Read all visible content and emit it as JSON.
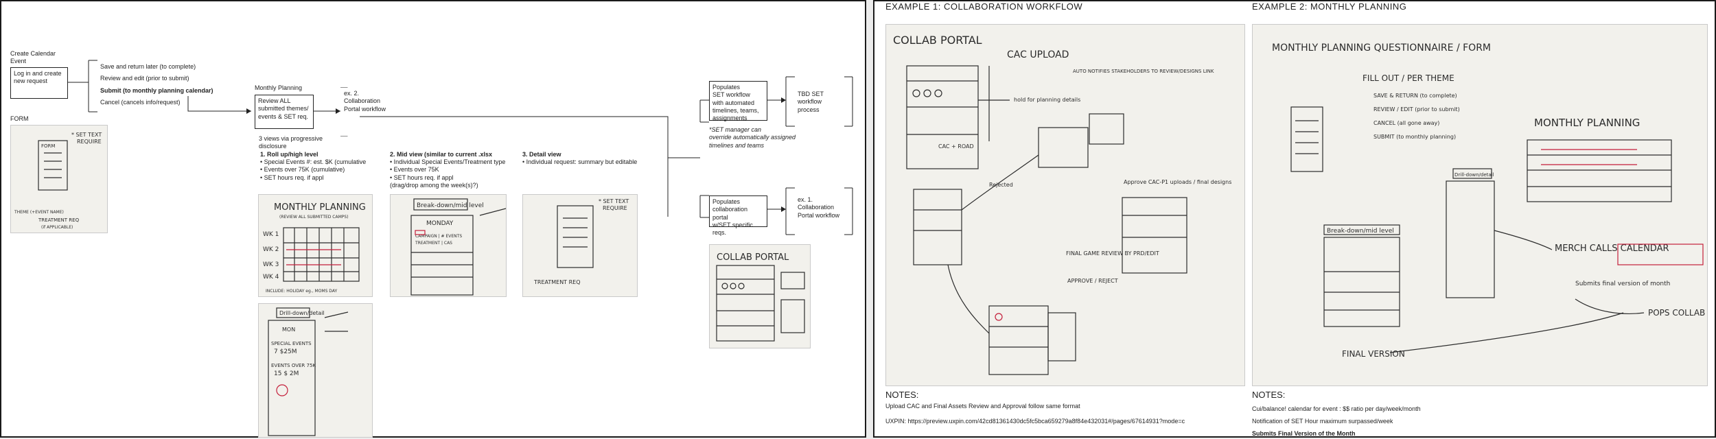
{
  "flow": {
    "create_event": "Create Calendar\nEvent",
    "login_box": "Log in and create\nnew request",
    "form_label": "FORM",
    "save_return": "Save and return later (to complete)",
    "review_edit": "Review and edit (prior to submit)",
    "submit": "Submit (to monthly planning calendar)",
    "cancel": "Cancel (cancels info/request)",
    "monthly_planning": "Monthly Planning",
    "review_box": "Review ALL\nsubmitted themes/\nevents & SET req.",
    "ex2_box": "ex. 2.\nCollaboration\nPortal workflow",
    "three_views": "3 views via progressive\ndisclosure",
    "view1_title": "1. Roll up/high level",
    "view1_items": "• Special Events #: est. $K (cumulative\n• Events over 75K (cumulative)\n• SET hours req. if appl",
    "view2_title": "2. Mid view (similar to current .xlsx",
    "view2_items": "• Individual Special Events/Treatment type\n• Events over 75K\n• SET hours req. if appl\n(drag/drop among the week(s)?)",
    "view3_title": "3. Detail view",
    "view3_items": "• Individual request: summary but editable",
    "populates_set": "Populates\nSET workflow\nwith automated\ntimelines, teams,\nassignments",
    "tbd_box": "TBD SET\nworkflow\nprocess",
    "set_note": "*SET manager can\noverride automatically assigned\ntimelines and teams",
    "populates_collab": "Populates\ncollaboration portal\nw/SET specific\nreqs.",
    "ex1_box": "ex. 1.\nCollaboration\nPortal workflow"
  },
  "sketches": {
    "form_sketch": [
      "FORM",
      "* SET TEXT",
      "REQUIRE",
      "TREATMENT REQ",
      "(if APPLICABLE)",
      "THEME (+EVENT NAME)"
    ],
    "monthly_sketch": [
      "MONTHLY PLANNING",
      "(REVIEW ALL SUBMITTED CAMPS)",
      "WK 1",
      "WK 2",
      "WK 3",
      "WK 4",
      "INCLUDE: HOLIDAY eg., MOMS DAY"
    ],
    "mid_sketch": [
      "Break-down/mid level",
      "MONDAY",
      "CAMPAIGN | # EVENTS",
      "TREATMENT | CAS"
    ],
    "drill_sketch": [
      "Drill-down/detail",
      "MON",
      "SPECIAL EVENTS",
      "7 $25M",
      "EVENTS OVER 75K",
      "15 $ 2M"
    ],
    "detail_sketch": [
      "* SET TEXT",
      "REQUIRE",
      "TREATMENT REQ"
    ],
    "collab_sketch": [
      "COLLAB PORTAL"
    ]
  },
  "example1": {
    "title": "EXAMPLE 1: COLLABORATION WORKFLOW",
    "board_text": [
      "COLLAB PORTAL",
      "CAC UPLOAD",
      "AUTO NOTIFIES STAKEHOLDERS TO REVIEW/DESIGNS LINK",
      "hold for planning details",
      "CAC + ROAD",
      "Rejected",
      "Approve CAC-P1 uploads / final designs",
      "FINAL GAME REVIEW BY PRD/EDIT",
      "APPROVE / REJECT"
    ],
    "notes_title": "NOTES:",
    "notes": [
      "Upload CAC and Final Assets Review and Approval follow same format",
      "UXPIN: https://preview.uxpin.com/42cd81361430dc5fc5bca659279a8f84e432031#/pages/67614931?mode=c"
    ]
  },
  "example2": {
    "title": "EXAMPLE 2: MONTHLY PLANNING",
    "board_text": [
      "MONTHLY PLANNING QUESTIONNAIRE / FORM",
      "FILL OUT / PER THEME",
      "SAVE & RETURN (to complete)",
      "REVIEW / EDIT (prior to submit)",
      "CANCEL (all gone away)",
      "SUBMIT (to monthly planning)",
      "MONTHLY PLANNING",
      "MERCH CALLS CALENDAR",
      "Submits final version of month",
      "POPS COLLAB",
      "FINAL VERSION",
      "Break-down/mid level",
      "Drill-down/detail"
    ],
    "notes_title": "NOTES:",
    "notes": [
      "Cui/balance! calendar for event : $$ ratio per day/week/month",
      "Notification of SET Hour maximum surpassed/week"
    ],
    "notes_bold": "Submits Final Version of the Month"
  },
  "colors": {
    "ink": "#2b2b2b",
    "marker_red": "#c41e3a",
    "whiteboard": "#f2f1ec"
  }
}
